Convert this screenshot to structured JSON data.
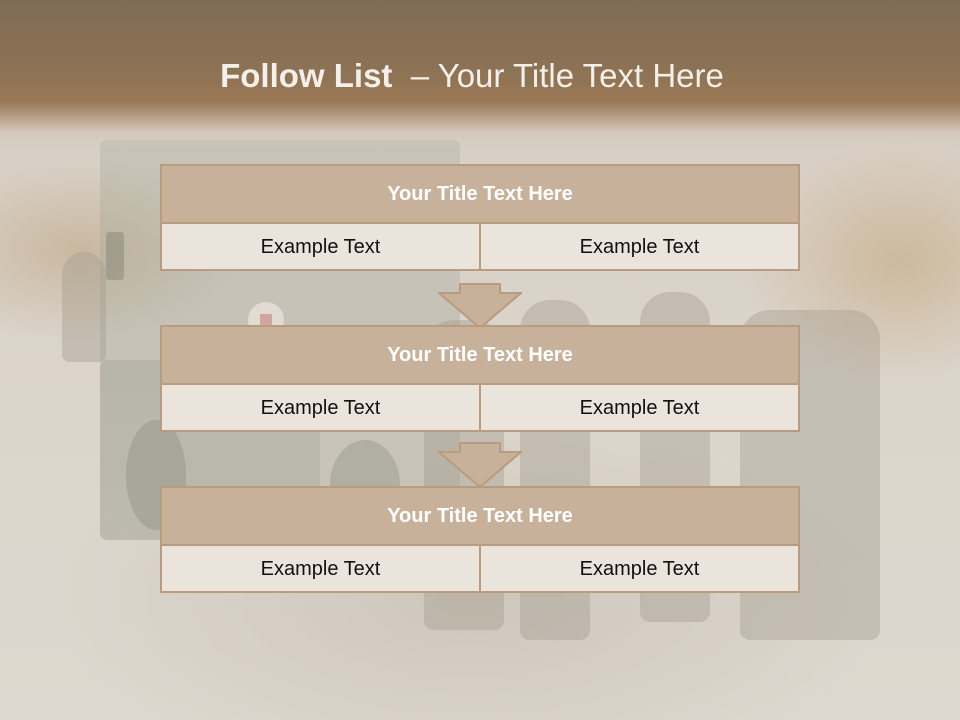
{
  "slide": {
    "title_bold": "Follow List",
    "title_rest": "– Your Title Text Here",
    "blocks": [
      {
        "title": "Your Title Text Here",
        "left": "Example Text",
        "right": "Example Text"
      },
      {
        "title": "Your Title Text Here",
        "left": "Example Text",
        "right": "Example Text"
      },
      {
        "title": "Your Title Text Here",
        "left": "Example Text",
        "right": "Example Text"
      }
    ]
  },
  "colors": {
    "header_brown": "#8c7255",
    "block_header": "#c7b19a",
    "block_border": "#b99c80",
    "cell_background": "#eae4dd",
    "arrow_fill": "#c7b19a"
  },
  "icons": [
    "down-arrow-icon"
  ]
}
